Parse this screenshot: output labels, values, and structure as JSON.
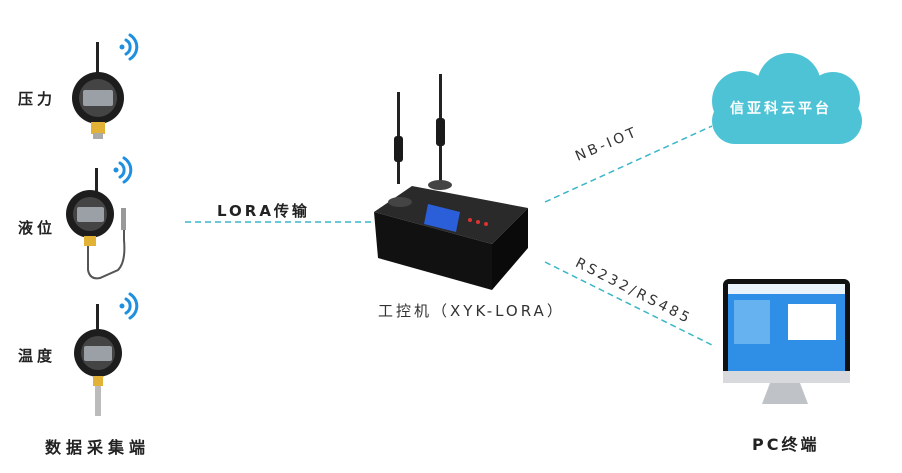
{
  "sensors": {
    "pressure": "压力",
    "level": "液位",
    "temperature": "温度",
    "group_caption": "数据采集端"
  },
  "links": {
    "lora": "LORA传输",
    "nbiot": "NB-IOT",
    "rs": "RS232/RS485"
  },
  "controller": {
    "caption": "工控机（XYK-LORA）"
  },
  "cloud": {
    "label": "信亚科云平台"
  },
  "pc": {
    "caption": "PC终端"
  },
  "colors": {
    "dash": "#3bb6c8",
    "cloud": "#4fc3d6",
    "device": "#1b1b1b",
    "screen": "#2b5fd9"
  }
}
